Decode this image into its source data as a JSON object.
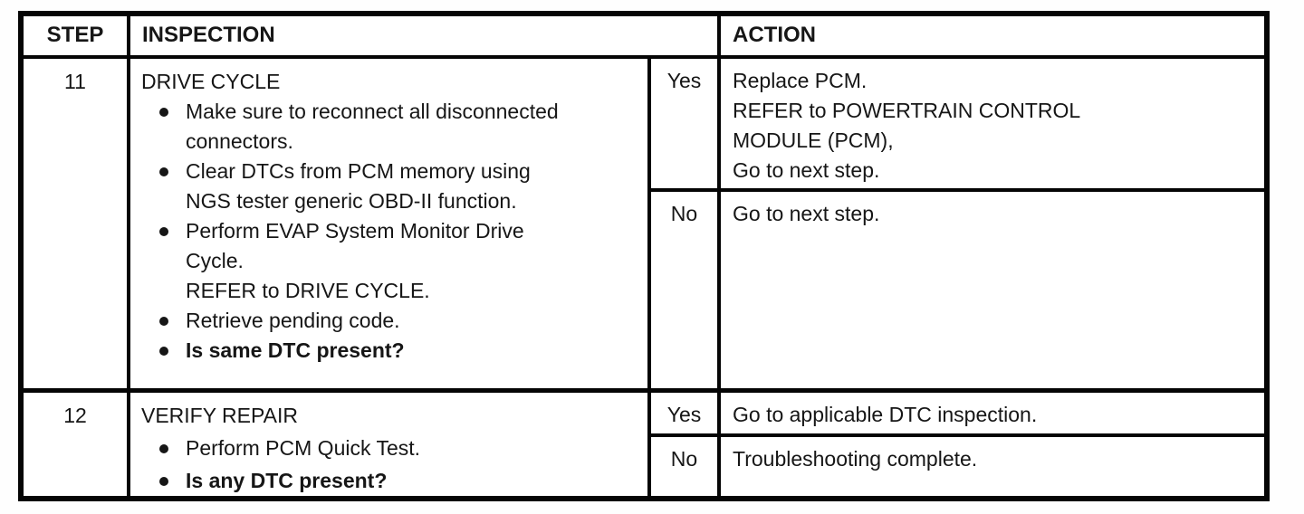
{
  "colors": {
    "ink": "#161616",
    "border": "#050505",
    "background": "#ffffff"
  },
  "header": {
    "step": "STEP",
    "inspection": "INSPECTION",
    "action": "ACTION"
  },
  "rows": [
    {
      "step": "11",
      "title": "DRIVE CYCLE",
      "bullets": [
        {
          "lines": [
            "Make sure to reconnect all disconnected",
            "connectors."
          ],
          "bold": false
        },
        {
          "lines": [
            "Clear DTCs from PCM memory using",
            "NGS tester generic OBD-II function."
          ],
          "bold": false
        },
        {
          "lines": [
            "Perform EVAP System Monitor Drive",
            "Cycle.",
            "REFER to DRIVE CYCLE."
          ],
          "bold": false
        },
        {
          "lines": [
            "Retrieve pending code."
          ],
          "bold": false
        },
        {
          "lines": [
            "Is same DTC present?"
          ],
          "bold": true
        }
      ],
      "results": [
        {
          "answer": "Yes",
          "lines": [
            "Replace PCM.",
            "REFER to POWERTRAIN CONTROL",
            "MODULE (PCM),",
            "Go to next step."
          ]
        },
        {
          "answer": "No",
          "lines": [
            "Go to next step."
          ]
        }
      ]
    },
    {
      "step": "12",
      "title": "VERIFY REPAIR",
      "bullets": [
        {
          "lines": [
            "Perform PCM Quick Test."
          ],
          "bold": false
        },
        {
          "lines": [
            "Is any DTC present?"
          ],
          "bold": true
        }
      ],
      "results": [
        {
          "answer": "Yes",
          "lines": [
            "Go to applicable DTC inspection."
          ]
        },
        {
          "answer": "No",
          "lines": [
            "Troubleshooting complete."
          ]
        }
      ]
    }
  ]
}
